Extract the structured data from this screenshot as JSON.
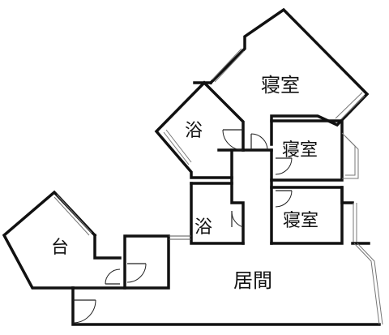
{
  "floor_plan": {
    "rooms": [
      {
        "id": "bedroom-top",
        "label": "寝室"
      },
      {
        "id": "bedroom-middle",
        "label": "寝室"
      },
      {
        "id": "bedroom-lower",
        "label": "寝室"
      },
      {
        "id": "bath-upper",
        "label": "浴"
      },
      {
        "id": "bath-lower",
        "label": "浴"
      },
      {
        "id": "kitchen",
        "label": "台"
      },
      {
        "id": "living",
        "label": "居間"
      }
    ]
  }
}
